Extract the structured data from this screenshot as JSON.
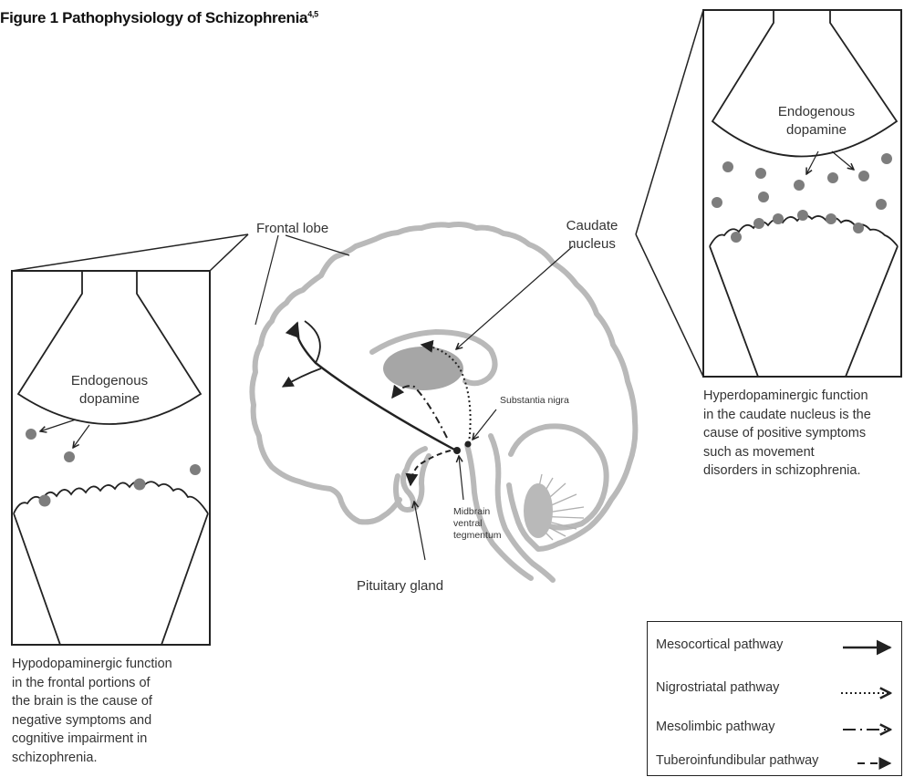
{
  "title": {
    "text": "Figure 1 Pathophysiology of Schizophrenia",
    "superscript": "4,5"
  },
  "labels": {
    "frontal_lobe": "Frontal lobe",
    "caudate_nucleus_line1": "Caudate",
    "caudate_nucleus_line2": "nucleus",
    "substantia_nigra": "Substantia nigra",
    "midbrain_line1": "Midbrain",
    "midbrain_line2": "ventral",
    "midbrain_line3": "tegmentum",
    "pituitary_gland": "Pituitary gland",
    "endogenous_dopamine_left_line1": "Endogenous",
    "endogenous_dopamine_left_line2": "dopamine",
    "endogenous_dopamine_right_line1": "Endogenous",
    "endogenous_dopamine_right_line2": "dopamine"
  },
  "captions": {
    "left": "Hypodopaminergic function\nin the frontal portions of\nthe brain is the cause of\nnegative symptoms and\ncognitive impairment in\nschizophrenia.",
    "right": "Hyperdopaminergic function\nin the caudate nucleus is the\ncause of positive symptoms\nsuch as movement\ndisorders in schizophrenia."
  },
  "legend": {
    "items": [
      {
        "label": "Mesocortical pathway",
        "line_style": "solid"
      },
      {
        "label": "Nigrostriatal pathway",
        "line_style": "dotted"
      },
      {
        "label": "Mesolimbic pathway",
        "line_style": "dash-dot"
      },
      {
        "label": "Tuberoinfundibular pathway",
        "line_style": "dashed"
      }
    ]
  },
  "colors": {
    "brain_outline": "#b9b9b9",
    "caudate_fill": "#a6a6a6",
    "dopamine_dot": "#7d7d7d",
    "lines": "#222222"
  }
}
